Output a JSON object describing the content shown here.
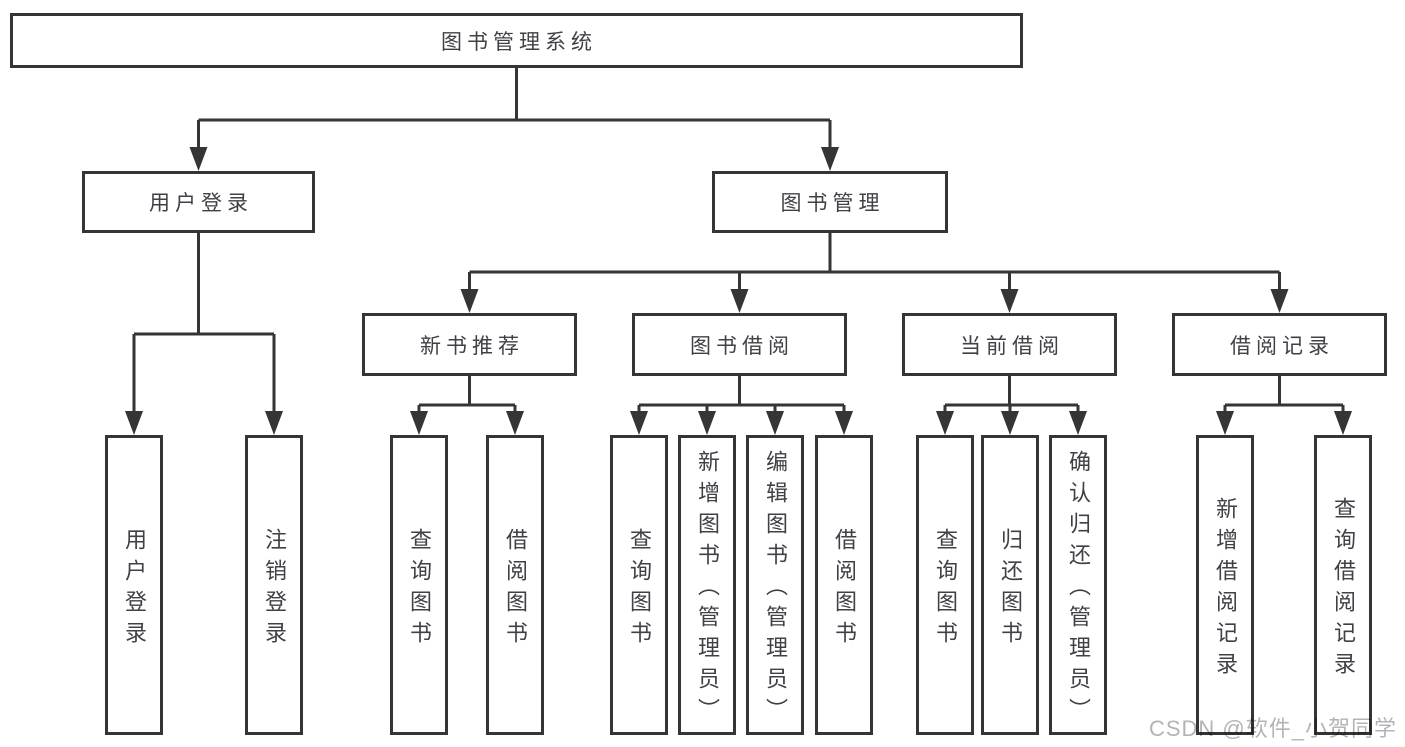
{
  "title": "图书管理系统",
  "watermark": "CSDN @软件_小贺同学",
  "colors": {
    "line": "#353535",
    "border": "#353535",
    "text": "#404047",
    "background": "#ffffff",
    "watermark": "#b4b4b8"
  },
  "nodes": {
    "root": "图书管理系统",
    "user_login": "用户登录",
    "book_mgmt": "图书管理",
    "new_book": "新书推荐",
    "book_borrow": "图书借阅",
    "current_borrow": "当前借阅",
    "borrow_record": "借阅记录",
    "ul_login": "用户登录",
    "ul_logout": "注销登录",
    "nb_query": "查询图书",
    "nb_borrow": "借阅图书",
    "bb_query": "查询图书",
    "bb_add": "新增图书（管理员）",
    "bb_edit": "编辑图书（管理员）",
    "bb_borrow": "借阅图书",
    "cb_query": "查询图书",
    "cb_return": "归还图书",
    "cb_confirm": "确认归还（管理员）",
    "br_add": "新增借阅记录",
    "br_query": "查询借阅记录"
  },
  "hierarchy": {
    "图书管理系统": {
      "用户登录": [
        "用户登录",
        "注销登录"
      ],
      "图书管理": {
        "新书推荐": [
          "查询图书",
          "借阅图书"
        ],
        "图书借阅": [
          "查询图书",
          "新增图书（管理员）",
          "编辑图书（管理员）",
          "借阅图书"
        ],
        "当前借阅": [
          "查询图书",
          "归还图书",
          "确认归还（管理员）"
        ],
        "借阅记录": [
          "新增借阅记录",
          "查询借阅记录"
        ]
      }
    }
  }
}
